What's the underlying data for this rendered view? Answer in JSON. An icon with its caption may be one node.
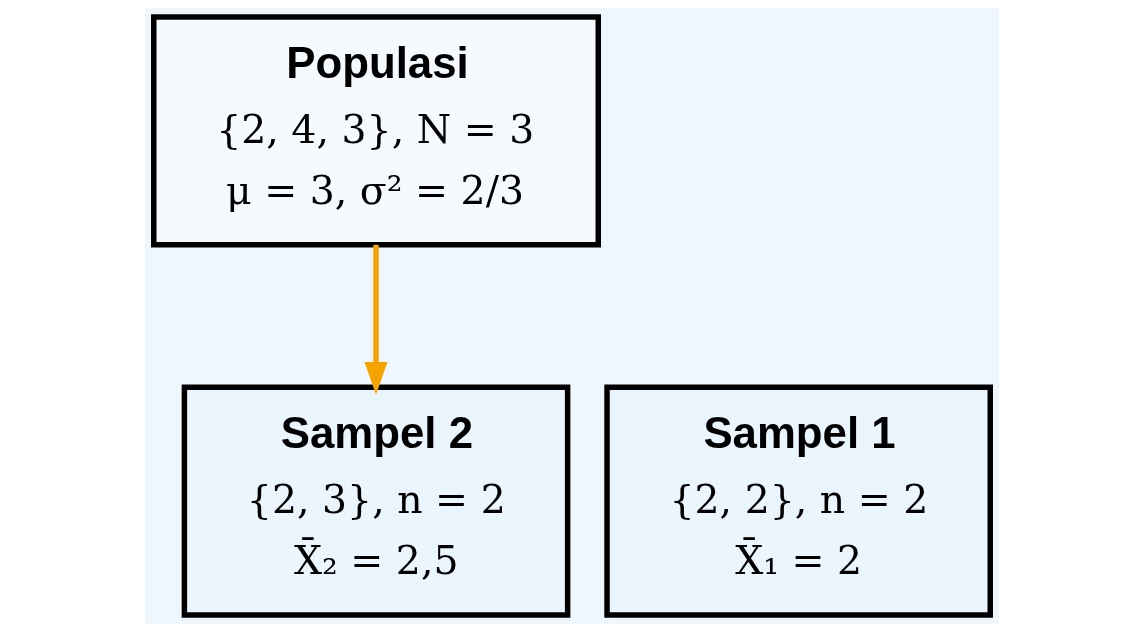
{
  "diagram": {
    "nodes": [
      {
        "text": [
          "Populasi",
          "{2, 4, 3}, N = 3",
          "μ = 3, σ² = 2/3"
        ]
      },
      {
        "text": [
          "Sampel 1",
          "{2, 2}, n = 2",
          "X̄₁ = 2"
        ]
      },
      {
        "text": [
          "Sampel 2",
          "{2, 3}, n = 2",
          "X̄₂ = 2,5"
        ]
      }
    ],
    "edges": [
      {
        "from": 0,
        "to": 2,
        "arrow": "to",
        "color": "#f5a300"
      }
    ]
  }
}
